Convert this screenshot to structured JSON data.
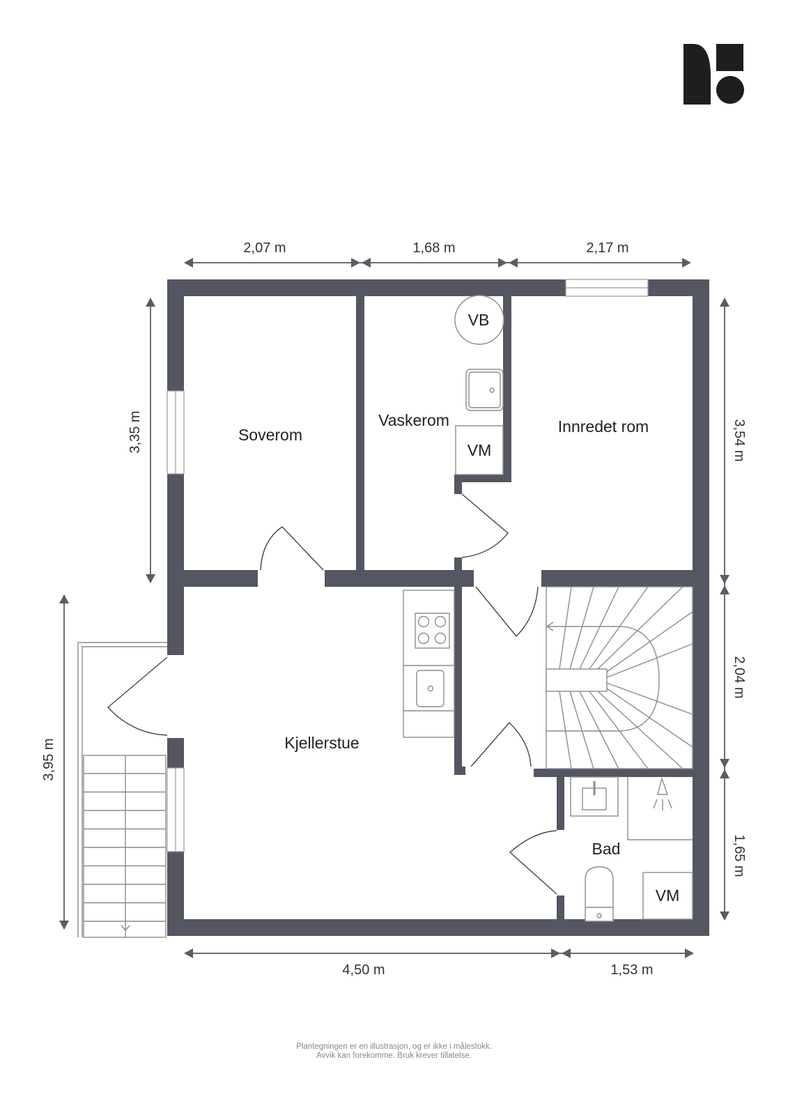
{
  "logo": {
    "name": "brand-logo",
    "color": "#1f1d1d"
  },
  "colors": {
    "wall": "#545762",
    "line": "#8c8c8c",
    "text": "#222222"
  },
  "rooms": {
    "soverom": "Soverom",
    "vaskerom": "Vaskerom",
    "innredet_rom": "Innredet rom",
    "kjellerstue": "Kjellerstue",
    "bad": "Bad"
  },
  "fixtures": {
    "vb": "VB",
    "vm_vaskerom": "VM",
    "vm_bad": "VM"
  },
  "dimensions": {
    "top": [
      "2,07 m",
      "1,68 m",
      "2,17 m"
    ],
    "bottom": [
      "4,50 m",
      "1,53 m"
    ],
    "left": [
      "3,35 m",
      "3,95 m"
    ],
    "right": [
      "3,54 m",
      "2,04 m",
      "1,65 m"
    ]
  },
  "footer": {
    "line1": "Plantegningen er en illustrasjon, og er ikke i målestokk.",
    "line2": "Avvik kan forekomme. Bruk krever tillatelse."
  }
}
